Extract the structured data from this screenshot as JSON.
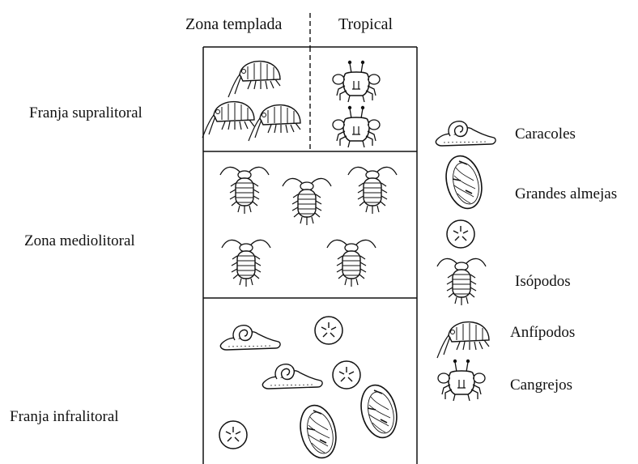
{
  "headers": {
    "left": "Zona templada",
    "right": "Tropical"
  },
  "zones": {
    "supra": "Franja supralitoral",
    "medio": "Zona mediolitoral",
    "infra": "Franja infralitoral"
  },
  "legend": [
    {
      "icon": "snail-icon",
      "label": "Caracoles"
    },
    {
      "icon": "clam-icon",
      "label": "Grandes almejas"
    },
    {
      "icon": "sand-dollar-icon",
      "label": ""
    },
    {
      "icon": "isopod-icon",
      "label": "Isópodos"
    },
    {
      "icon": "amphipod-icon",
      "label": "Anfípodos"
    },
    {
      "icon": "crab-icon",
      "label": "Cangrejos"
    }
  ]
}
